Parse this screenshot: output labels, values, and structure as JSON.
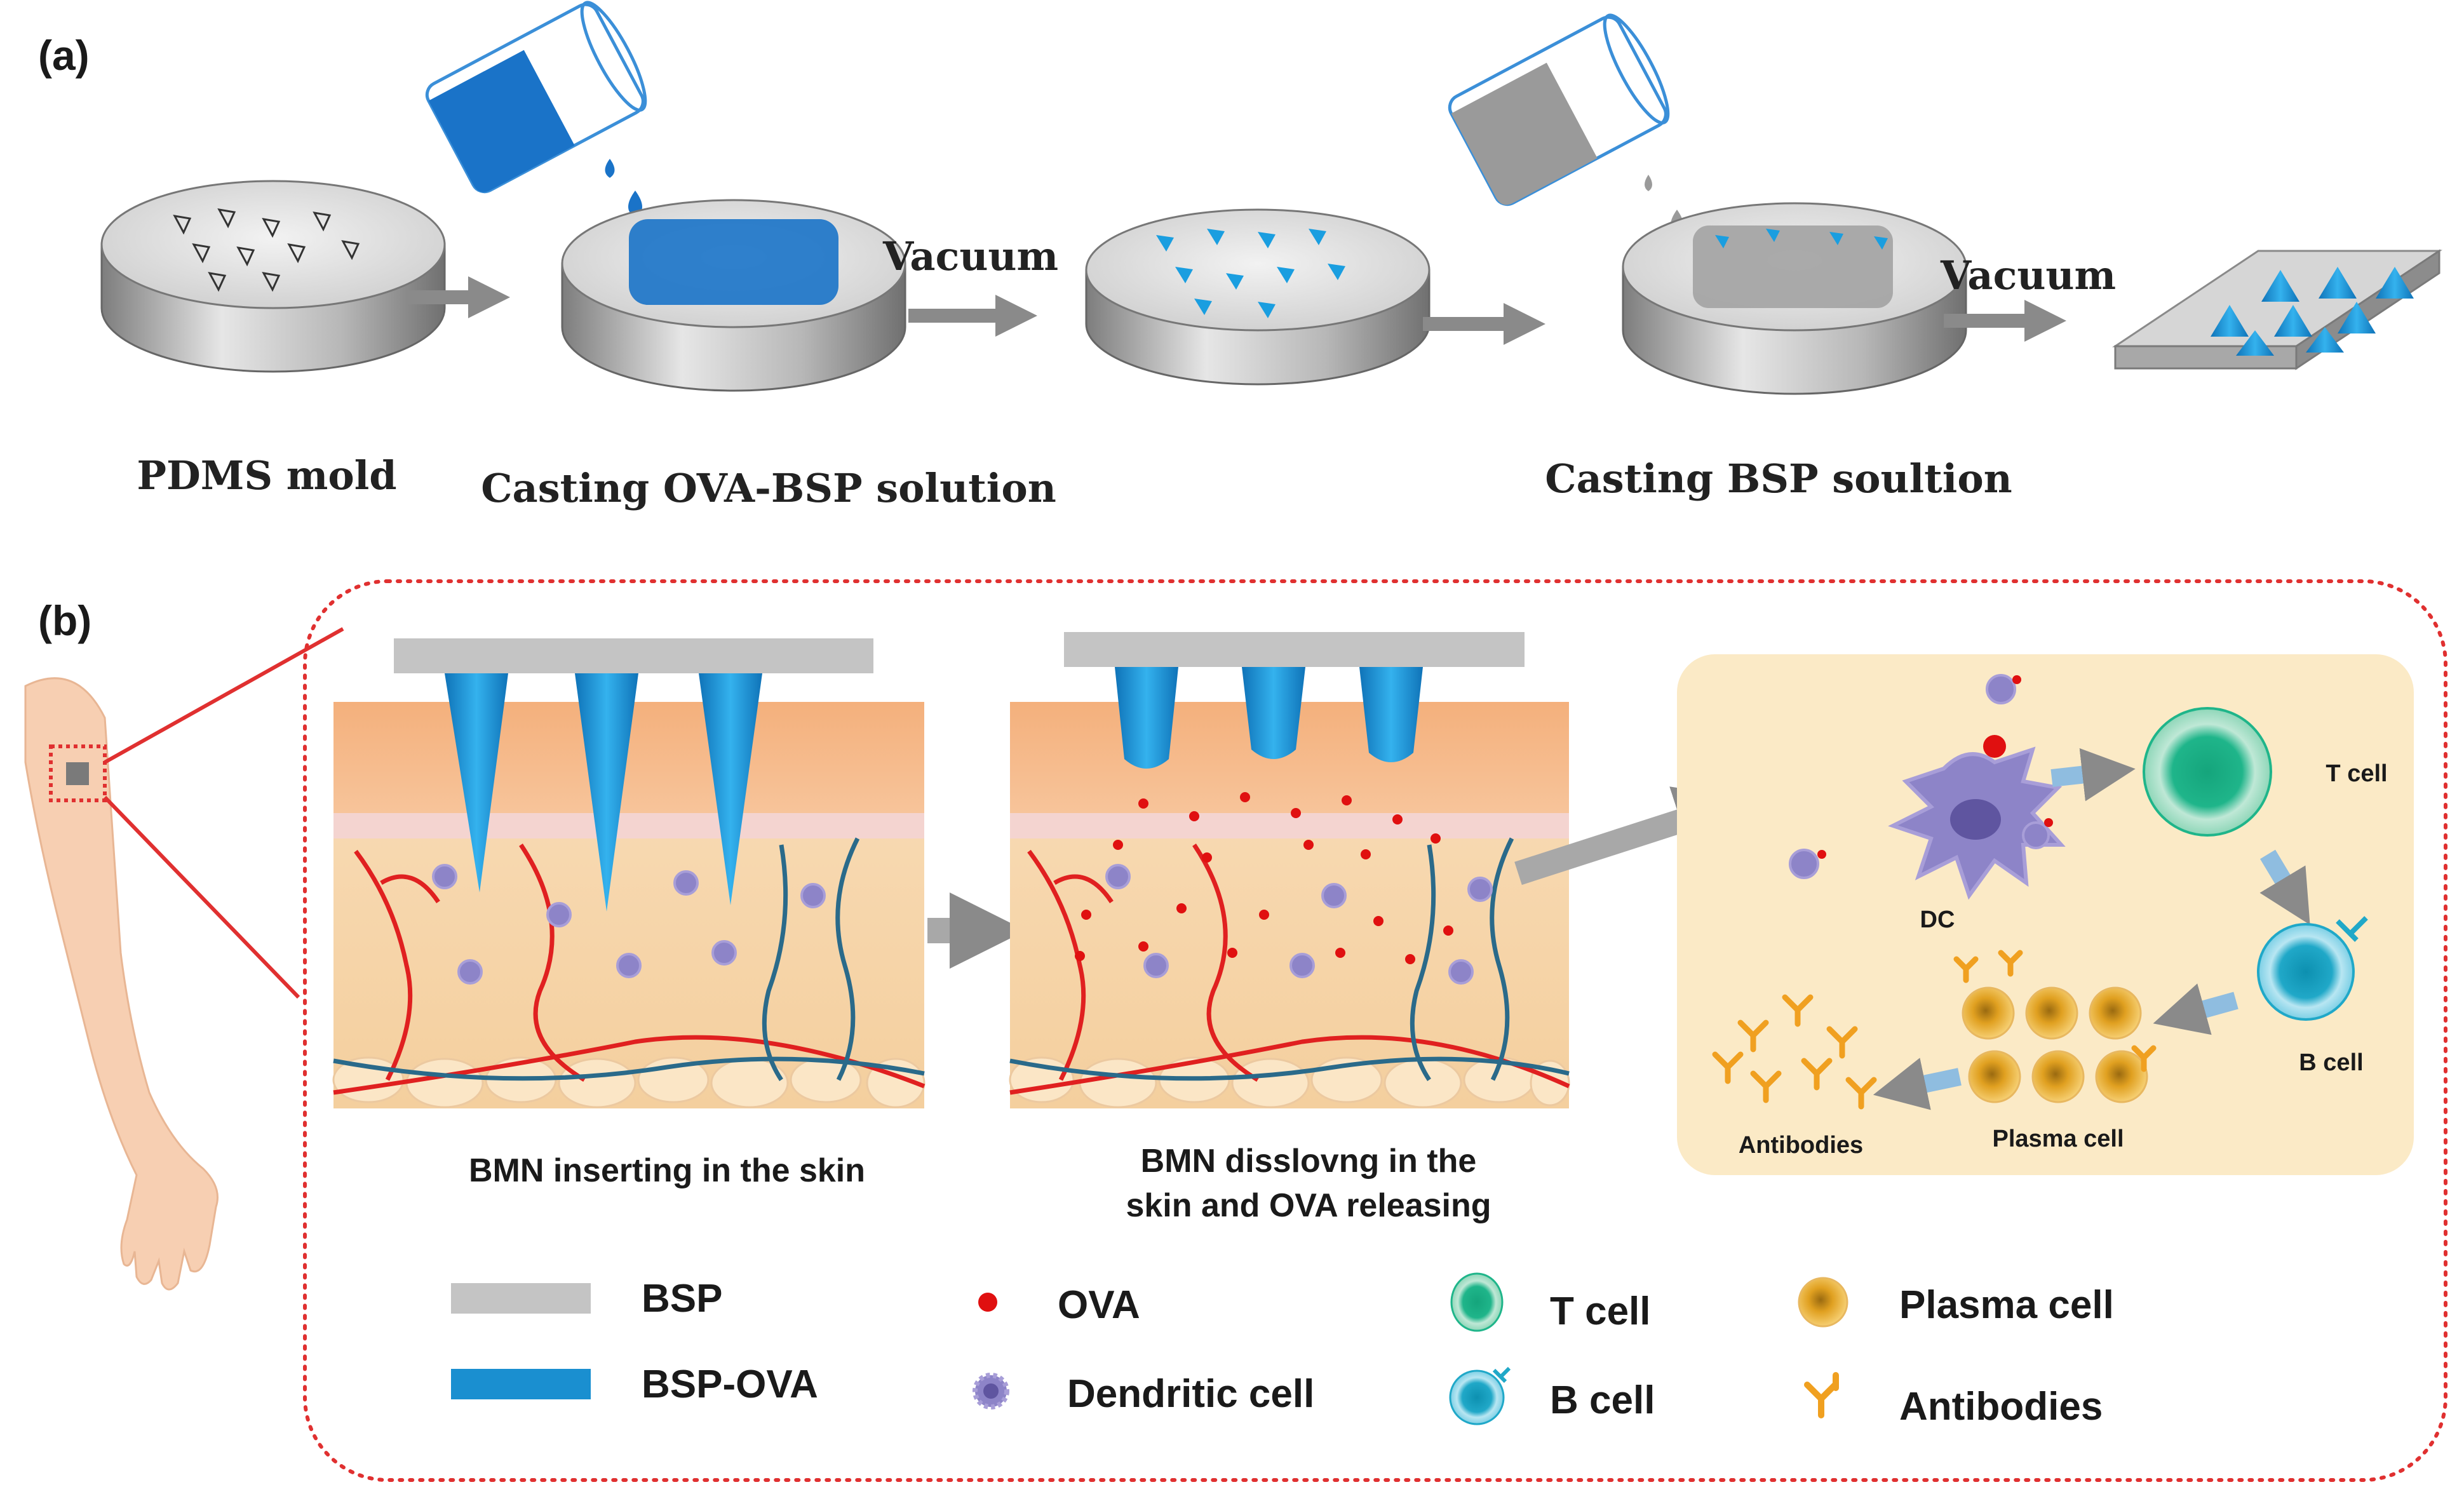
{
  "panel_a": {
    "label": "(a)",
    "captions": {
      "pdms_mold": "PDMS mold",
      "casting_ova_bsp": "Casting OVA-BSP solution",
      "casting_bsp": "Casting BSP soultion"
    },
    "vacuum_1": "Vacuum",
    "vacuum_2": "Vacuum"
  },
  "panel_b": {
    "label": "(b)",
    "caption_insert": "BMN inserting in the skin",
    "caption_dissolve_1": "BMN disslovng in the",
    "caption_dissolve_2": "skin and OVA releasing",
    "cells": {
      "dc": "DC",
      "t_cell": "T cell",
      "b_cell": "B cell",
      "plasma_cell": "Plasma cell",
      "antibodies": "Antibodies"
    },
    "legend": {
      "bsp": "BSP",
      "bsp_ova": "BSP-OVA",
      "ova": "OVA",
      "dendritic_cell": "Dendritic cell",
      "t_cell": "T cell",
      "b_cell": "B cell",
      "plasma_cell": "Plasma cell",
      "antibodies": "Antibodies"
    }
  },
  "colors": {
    "needle_blue": "#1a8fd0",
    "bsp_gray": "#c4c4c4",
    "ova_red": "#e01010",
    "artery": "#e02020",
    "vein": "#2a6a8a",
    "skin": "#f6d2a8",
    "immune_bg": "#fbeac6",
    "t_cell": "#1fb58a",
    "b_cell": "#20a8c8",
    "plasma": "#e0a020",
    "dc": "#7a6fb8",
    "frame": "#e03030"
  }
}
